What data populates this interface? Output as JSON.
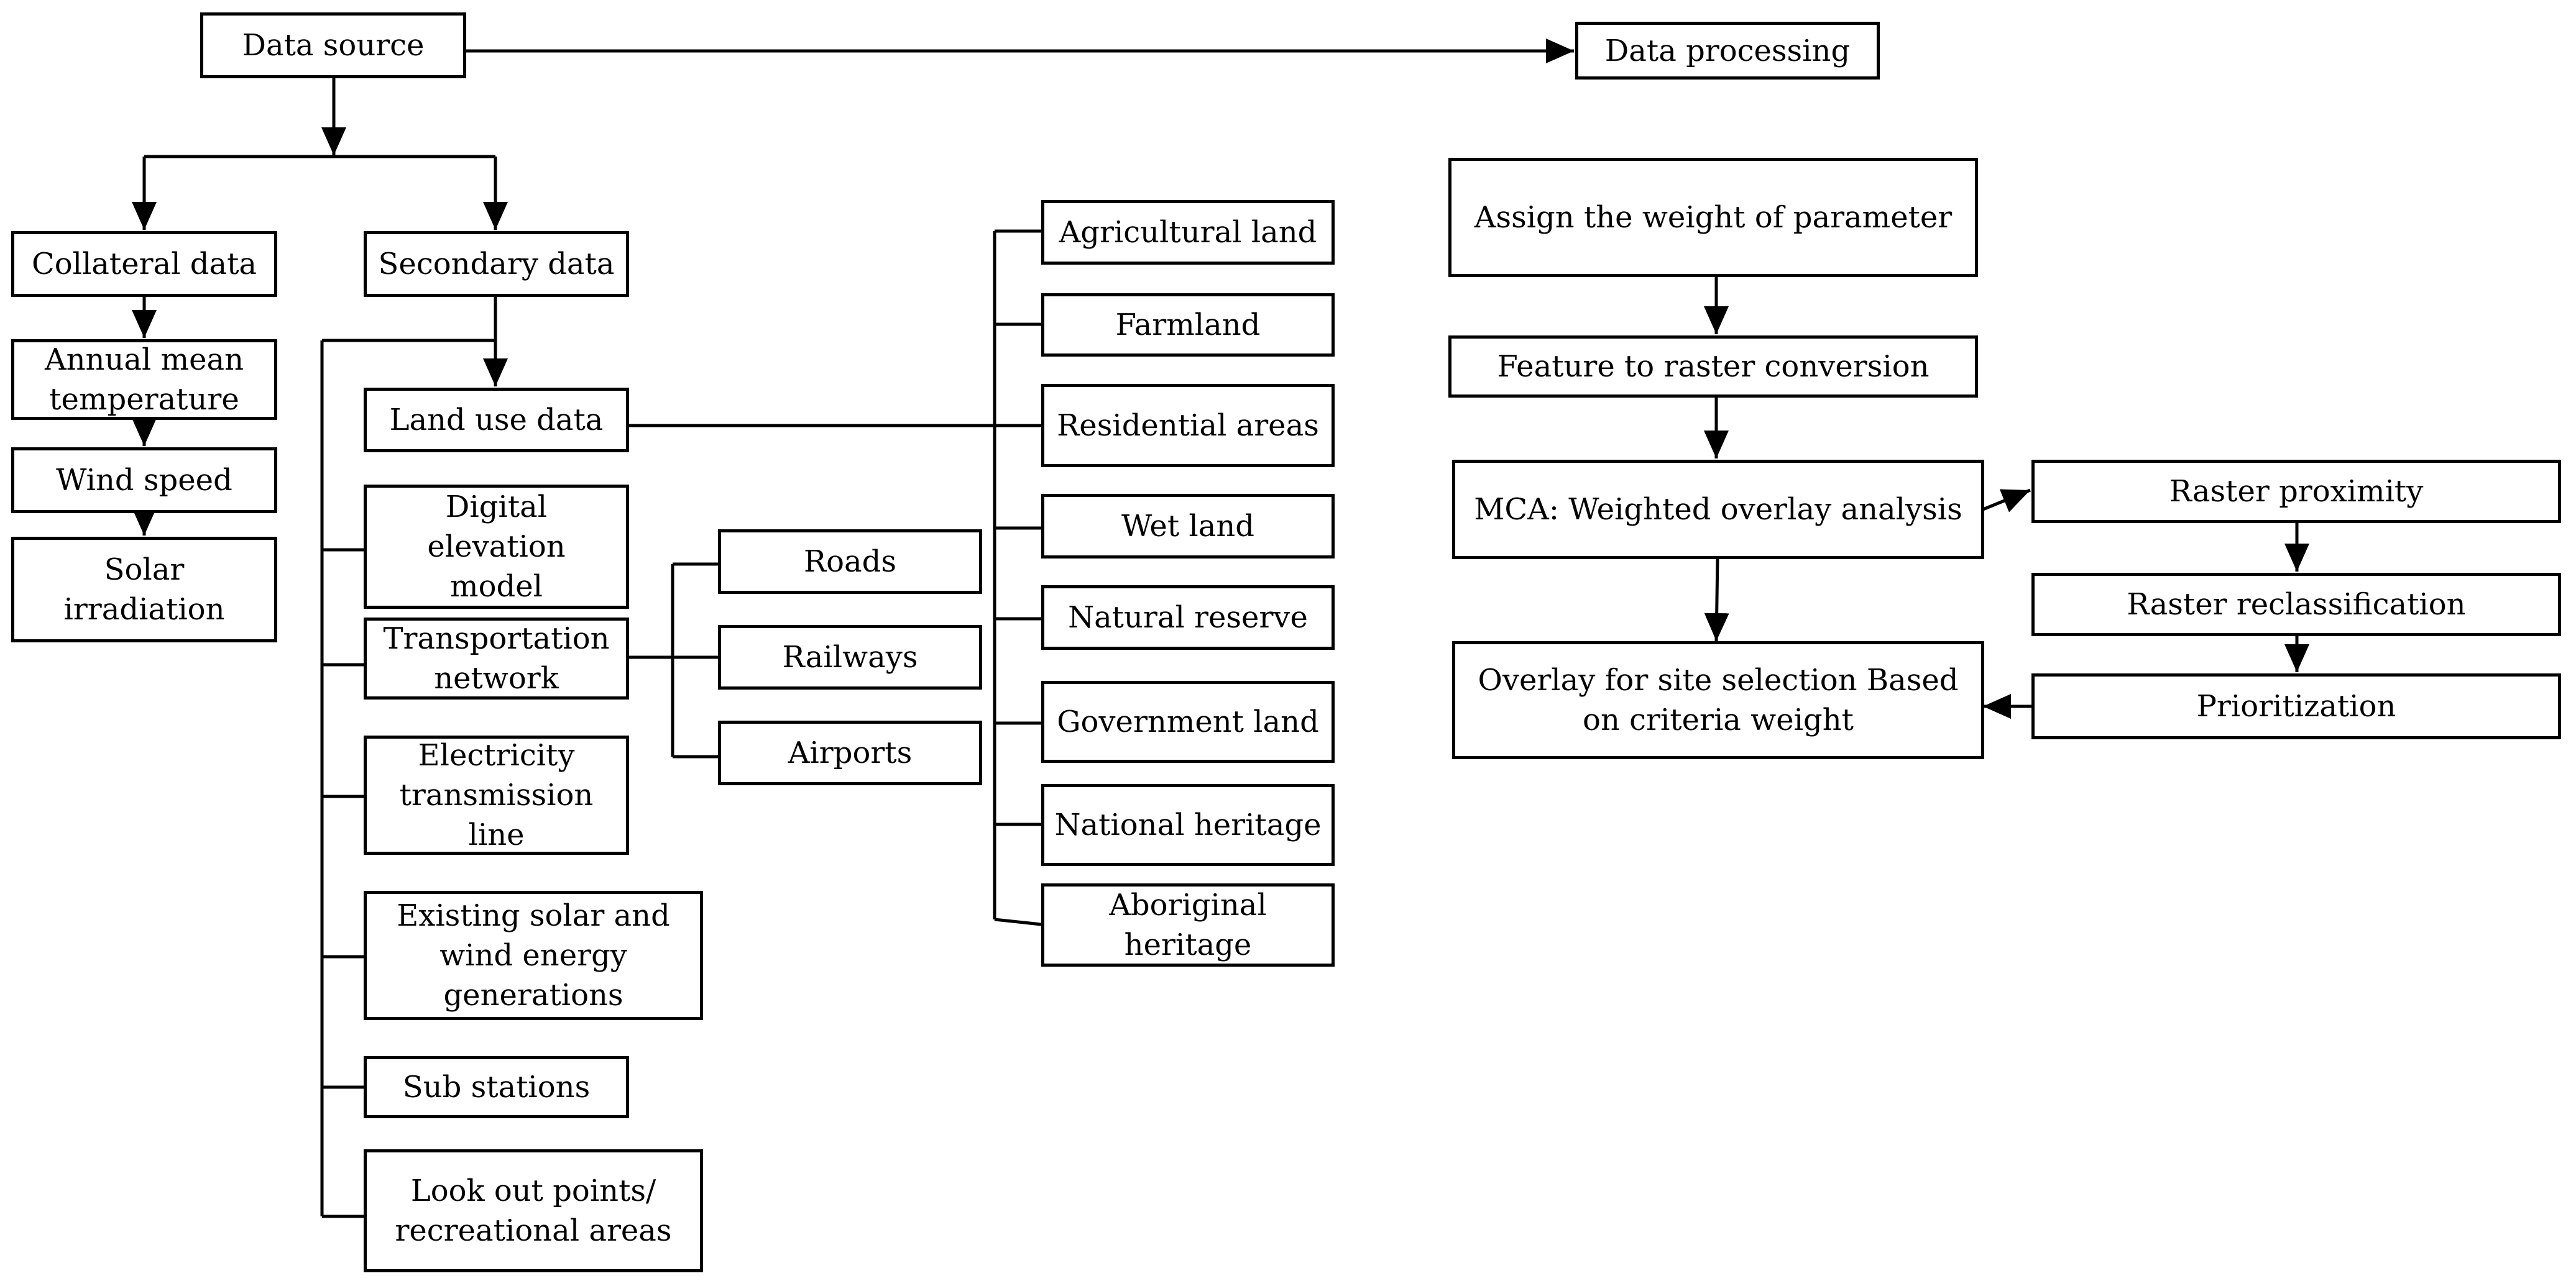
{
  "nodes": {
    "data_source": "Data source",
    "data_processing": "Data processing",
    "collateral_data": "Collateral data",
    "secondary_data": "Secondary data",
    "annual_mean_temperature": "Annual mean temperature",
    "wind_speed": "Wind speed",
    "solar_irradiation": "Solar irradiation",
    "land_use_data": "Land use data",
    "digital_elevation_model": "Digital elevation model",
    "transportation_network": "Transportation network",
    "electricity_transmission_line": "Electricity transmission line",
    "existing_solar_wind": "Existing solar and wind energy generations",
    "sub_stations": "Sub stations",
    "look_out_points": "Look out points/ recreational areas",
    "roads": "Roads",
    "railways": "Railways",
    "airports": "Airports",
    "agricultural_land": "Agricultural land",
    "farmland": "Farmland",
    "residential_areas": "Residential areas",
    "wet_land": "Wet land",
    "natural_reserve": "Natural reserve",
    "government_land": "Government land",
    "national_heritage": "National heritage",
    "aboriginal_heritage": "Aboriginal heritage",
    "assign_weight": "Assign the weight of parameter",
    "feature_to_raster": "Feature to raster conversion",
    "mca_weighted_overlay": "MCA: Weighted overlay analysis",
    "raster_proximity": "Raster proximity",
    "raster_reclassification": "Raster reclassification",
    "prioritization": "Prioritization",
    "overlay_site_selection": "Overlay for site selection Based on criteria weight"
  }
}
